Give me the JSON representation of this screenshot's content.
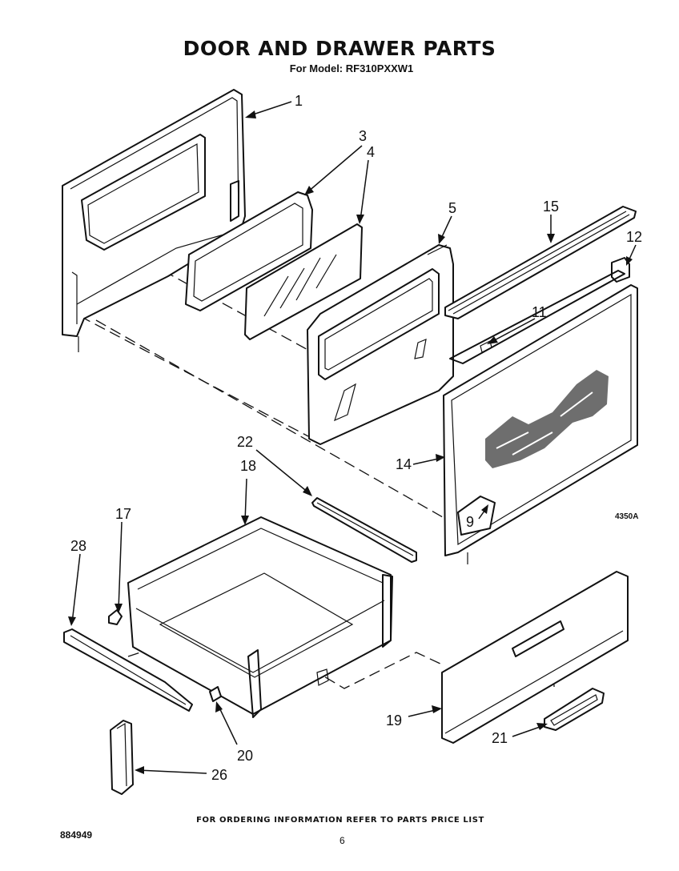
{
  "header": {
    "title": "DOOR AND DRAWER PARTS",
    "subtitle": "For Model: RF310PXXW1"
  },
  "callouts": {
    "c1": "1",
    "c3": "3",
    "c4": "4",
    "c5": "5",
    "c15": "15",
    "c12": "12",
    "c11": "11",
    "c9": "9",
    "c14": "14",
    "c22": "22",
    "c18": "18",
    "c17": "17",
    "c28": "28",
    "c19": "19",
    "c21": "21",
    "c20": "20",
    "c26": "26"
  },
  "figure_code": "4350A",
  "footer": {
    "note": "FOR ORDERING INFORMATION REFER TO PARTS PRICE LIST",
    "doc_number": "884949",
    "page_number": "6"
  }
}
